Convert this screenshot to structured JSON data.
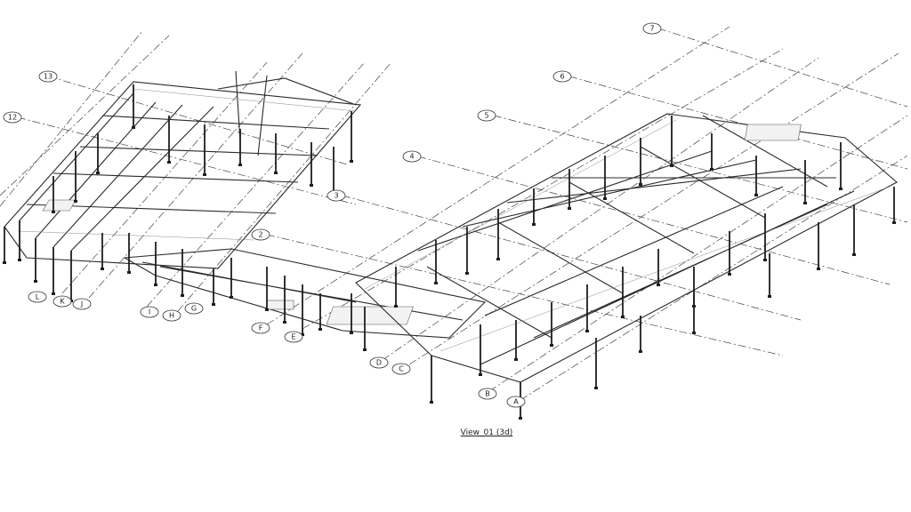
{
  "view": {
    "title": "View_01 (3d)"
  },
  "grid_lines": {
    "numbered": [
      "13",
      "12",
      "7",
      "6",
      "5",
      "4",
      "3",
      "2"
    ],
    "lettered": [
      "L",
      "K",
      "J",
      "I",
      "H",
      "G",
      "F",
      "E",
      "D",
      "C",
      "B",
      "A"
    ]
  }
}
